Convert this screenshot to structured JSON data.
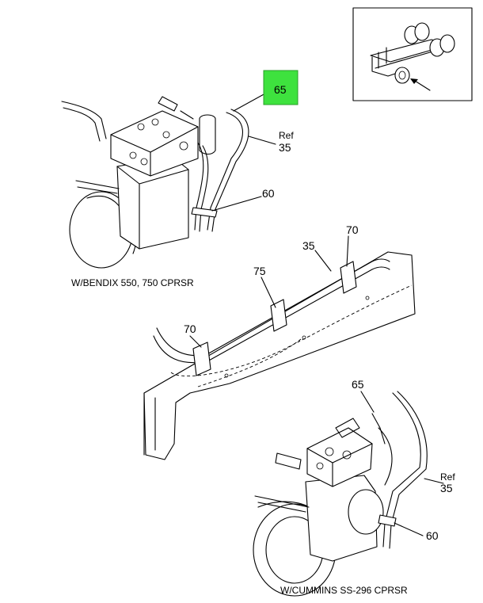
{
  "callouts": {
    "top_65": "65",
    "top_ref": "Ref",
    "top_35": "35",
    "top_60": "60",
    "mid_70_right": "70",
    "mid_35": "35",
    "mid_75": "75",
    "mid_70_left": "70",
    "bot_65": "65",
    "bot_ref": "Ref",
    "bot_35": "35",
    "bot_60": "60"
  },
  "captions": {
    "bendix": "W/BENDIX 550, 750 CPRSR",
    "cummins": "W/CUMMINS SS-296 CPRSR"
  },
  "colors": {
    "highlight": "#3ee23e",
    "ink": "#000000",
    "background": "#ffffff"
  }
}
